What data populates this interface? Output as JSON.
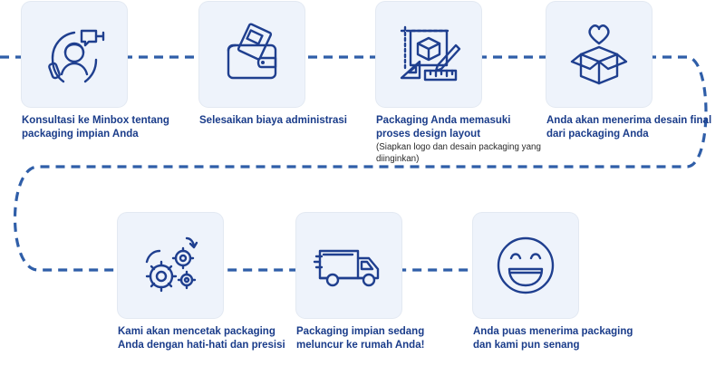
{
  "steps": [
    {
      "icon": "headset-icon",
      "label": "Konsultasi ke Minbox tentang packaging impian Anda"
    },
    {
      "icon": "wallet-icon",
      "label": "Selesaikan biaya administrasi"
    },
    {
      "icon": "design-layout-icon",
      "label": "Packaging Anda memasuki proses design layout",
      "note": "(Siapkan logo dan desain packaging yang diinginkan)"
    },
    {
      "icon": "heart-box-icon",
      "label": "Anda akan menerima desain final dari packaging Anda"
    },
    {
      "icon": "gears-icon",
      "label": "Kami akan mencetak packaging Anda dengan hati-hati dan presisi"
    },
    {
      "icon": "delivery-truck-icon",
      "label": "Packaging impian sedang meluncur ke rumah Anda!"
    },
    {
      "icon": "smiley-face-icon",
      "label": "Anda puas menerima packaging dan kami pun senang"
    }
  ],
  "colors": {
    "accent": "#1f3f8f",
    "connector": "#2f5ea8",
    "card": "#eef3fb"
  }
}
